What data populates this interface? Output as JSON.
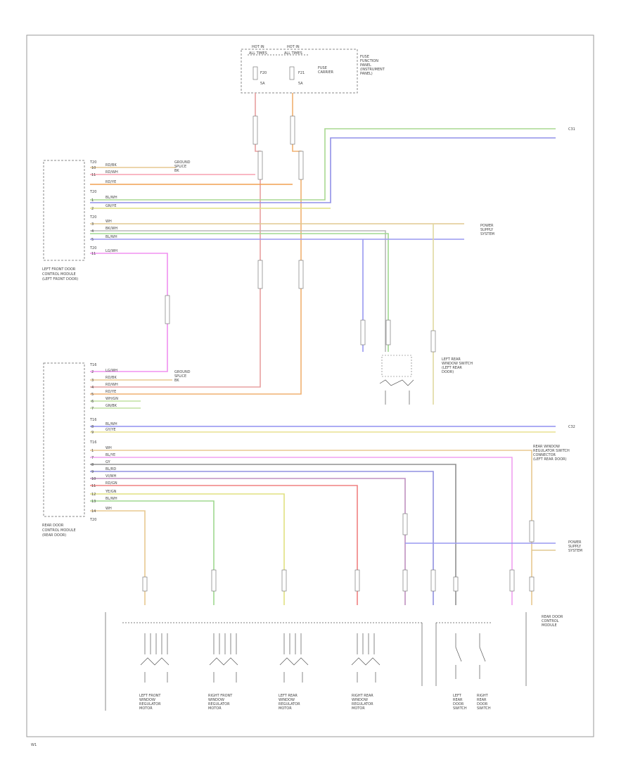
{
  "diagram": {
    "fuse_box": {
      "hot_labels": [
        "HOT IN",
        "HOT IN"
      ],
      "hot_sub": [
        "ALL TIMES",
        "ALL TIMES"
      ],
      "fuse_labels": [
        "F20",
        "F21"
      ],
      "fuse_amps": [
        "5A",
        "5A"
      ],
      "fuse_note": "FUSE\nFUNCTION\nPANEL\n(INSTRUMENT\nPANEL)",
      "side_label": "FUSE\nCARRIER"
    },
    "front_module": {
      "caption": [
        "LEFT FRONT DOOR",
        "CONTROL MODULE",
        "(LEFT FRONT DOOR)"
      ],
      "pins": [
        "T20",
        "10",
        "11",
        "T20",
        "1",
        "2",
        "T20",
        "3",
        "4",
        "5",
        "T20",
        "11"
      ],
      "wire_labels": [
        "RD/BK",
        "RD/WH",
        "RD/YE",
        "BL/WH",
        "GN/YE",
        "WH",
        "BK/WH",
        "BL/WH",
        "LG/WH"
      ]
    },
    "rear_module": {
      "caption": [
        "REAR DOOR",
        "CONTROL MODULE",
        "(REAR DOOR)"
      ],
      "pins": [
        "T16",
        "2",
        "3",
        "4",
        "5",
        "6",
        "7",
        "T16",
        "8",
        "9",
        "T16",
        "1",
        "7",
        "8",
        "9",
        "10",
        "11",
        "12",
        "13",
        "14",
        "T20"
      ],
      "wire_labels": [
        "LG/WH",
        "RD/BK",
        "RD/WH",
        "RD/YE",
        "WH/GN",
        "GN/BK",
        "BL/WH",
        "GY/YE",
        "WH",
        "BL/YE",
        "GY",
        "BL/RD",
        "VI/WH",
        "RD/GN",
        "YE/GN",
        "BL/WH",
        "WH"
      ]
    },
    "labels": {
      "ground_top": "GROUND\nSPLICE\nBK",
      "ground_rear": "GROUND\nSPLICE\nBK",
      "left_rear_switch": "LEFT REAR\nWINDOW SWITCH\n(LEFT REAR\nDOOR)",
      "power_supply": "POWER\nSUPPLY\nSYSTEM",
      "rear_switch_note": "REAR WINDOW\nREGULATOR SWITCH\nCONNECTOR\n(LEFT REAR DOOR)",
      "rear_door_ctrl": "REAR DOOR\nCONTROL\nMODULE",
      "power_supply_2": "POWER\nSUPPLY\nSYSTEM",
      "connector_top": "C31",
      "connector_bot": "C32"
    },
    "switches": [
      "LEFT FRONT\nWINDOW\nREGULATOR\nMOTOR",
      "RIGHT FRONT\nWINDOW\nREGULATOR\nMOTOR",
      "LEFT REAR\nWINDOW\nREGULATOR\nMOTOR",
      "RIGHT REAR\nWINDOW\nREGULATOR\nMOTOR",
      "LEFT\nREAR\nDOOR\nSWITCH",
      "RIGHT\nREAR\nDOOR\nSWITCH"
    ],
    "page_ref": "W1"
  }
}
